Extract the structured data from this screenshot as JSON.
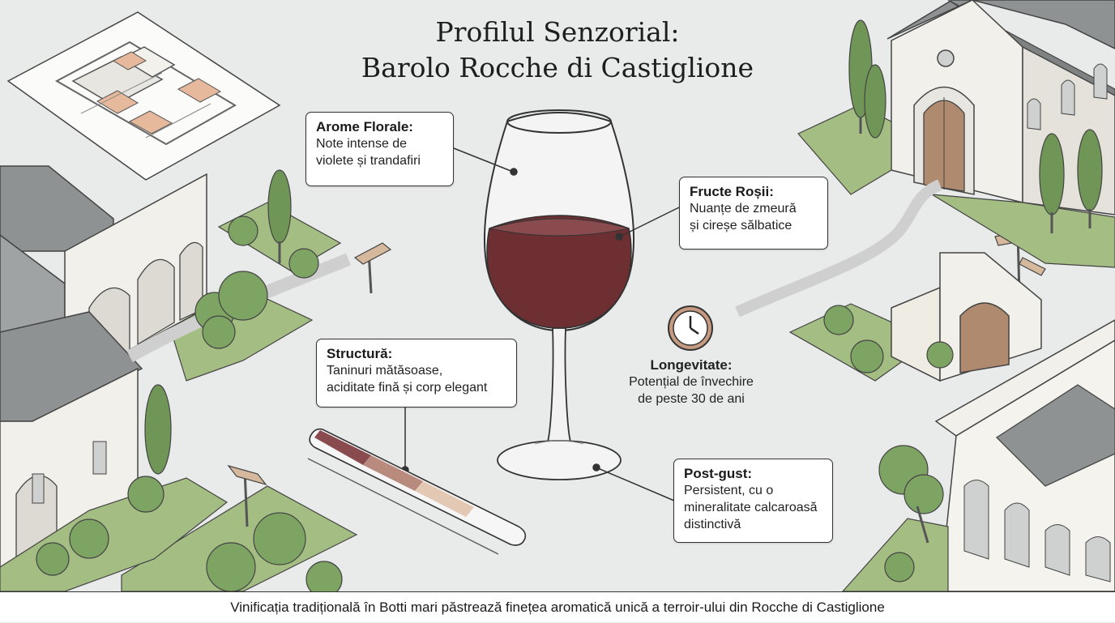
{
  "title": {
    "line1": "Profilul Senzorial:",
    "line2": "Barolo Rocche di Castiglione"
  },
  "callouts": {
    "floral": {
      "heading": "Arome Florale:",
      "line1": "Note intense de",
      "line2": "violete și trandafiri"
    },
    "fruit": {
      "heading": "Fructe Roșii:",
      "line1": "Nuanțe de zmeură",
      "line2": "și cireșe sălbatice"
    },
    "structure": {
      "heading": "Structură:",
      "line1": "Taninuri mătăsoase,",
      "line2": "aciditate fină și corp elegant"
    },
    "longevity": {
      "heading": "Longevitate:",
      "line1": "Potențial de învechire",
      "line2": "de peste 30 de ani"
    },
    "finish": {
      "heading": "Post-gust:",
      "line1": "Persistent, cu o",
      "line2": "mineralitate calcaroasă",
      "line3": "distinctivă"
    }
  },
  "footer": "Vinificația tradițională în Botti mari păstrează finețea aromatică unică a terroir-ului din Rocche di Castiglione",
  "icons": [
    "wine-glass-icon",
    "clock-icon",
    "color-gradient-strip-icon",
    "signpost-icon"
  ],
  "colors": {
    "background": "#e9eaea",
    "wine": "#6e2f33",
    "grass": "#a3bd82",
    "tree": "#6f9656",
    "roof": "#8f9293",
    "wall": "#f2f0ea",
    "door": "#b08a6f",
    "strip_dark": "#8a4b4f",
    "strip_mid": "#b98a7e",
    "strip_light": "#e3c8b4"
  }
}
